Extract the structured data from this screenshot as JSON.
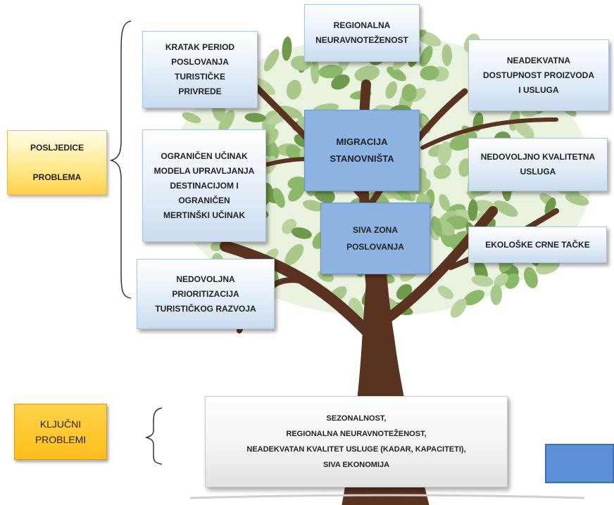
{
  "consequences_label": "POSLJEDICE\n\nPROBLEMA",
  "key_problems_label": "KLJUČNI\nPROBLEMI",
  "left_boxes": [
    "KRATAK PERIOD\nPOSLOVANJA\nTURISTIČKE\nPRIVREDE",
    "OGRANIČEN UČINAK\nMODELA UPRAVLJANJA\nDESTINACIJOM I\nOGRANIČEN\nMERTINŠKI UČINAK",
    "NEDOVOLJNA\nPRIORITIZACIJA\nTURISTIČKOG RAZVOJA"
  ],
  "top_box": "REGIONALNA\nNEURAVNOTEŽENOST",
  "center_boxes": [
    "MIGRACIJA\nSTANOVNIŠTA",
    "SIVA ZONA\nPOSLOVANJA"
  ],
  "right_boxes": [
    "NEADEKVATNA\nDOSTUPNOST PROIZVODA\nI USLUGA",
    "NEDOVOLJNO KVALITETNA\nUSLUGA",
    "EKOLOŠKE CRNE TAČKE"
  ],
  "root_box": "SEZONALNOST,\nREGIONALNA NEURAVNOTEŽENOST,\nNEADEKVATAN KVALITET USLUGE (KADAR,  KAPACITETI),\nSIVA EKONOMIJA",
  "colors": {
    "trunk": "#5a3220",
    "leaf_light": "#a8c98a",
    "leaf_dark": "#6f9a4b",
    "box_blue": "#8db3e2",
    "accent_yellow": "#ffd24a"
  }
}
